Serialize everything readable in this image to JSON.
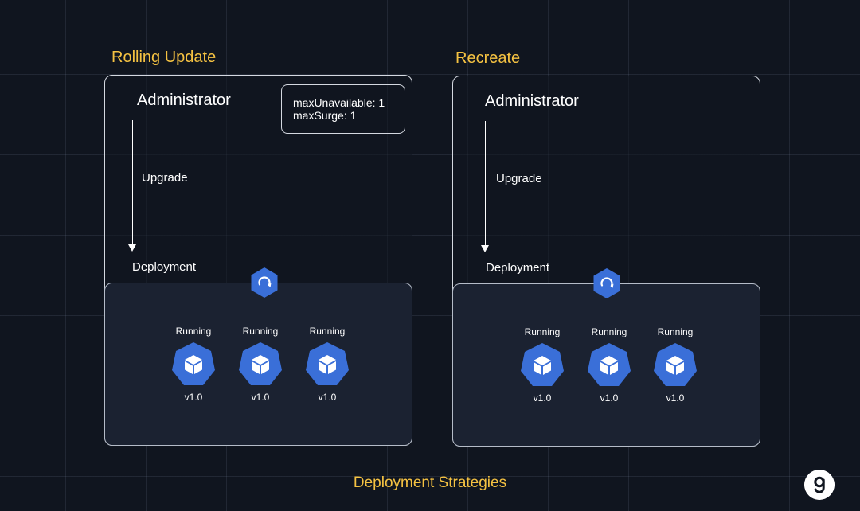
{
  "footer": {
    "title": "Deployment Strategies"
  },
  "panels": [
    {
      "title": "Rolling Update",
      "admin_label": "Administrator",
      "arrow_label": "Upgrade",
      "target_label": "Deployment",
      "settings": {
        "max_unavailable": "maxUnavailable: 1",
        "max_surge": "maxSurge: 1"
      },
      "pods": [
        {
          "status": "Running",
          "version": "v1.0"
        },
        {
          "status": "Running",
          "version": "v1.0"
        },
        {
          "status": "Running",
          "version": "v1.0"
        }
      ]
    },
    {
      "title": "Recreate",
      "admin_label": "Administrator",
      "arrow_label": "Upgrade",
      "target_label": "Deployment",
      "pods": [
        {
          "status": "Running",
          "version": "v1.0"
        },
        {
          "status": "Running",
          "version": "v1.0"
        },
        {
          "status": "Running",
          "version": "v1.0"
        }
      ]
    }
  ],
  "colors": {
    "accent_yellow": "#f5c242",
    "kube_blue": "#3a6fd8",
    "background": "#10151f",
    "panel_border": "#d4d8e0"
  },
  "icons": {
    "controller": "refresh-hexagon-icon",
    "pod": "cube-hexagon-icon",
    "logo": "g-logo-icon"
  }
}
